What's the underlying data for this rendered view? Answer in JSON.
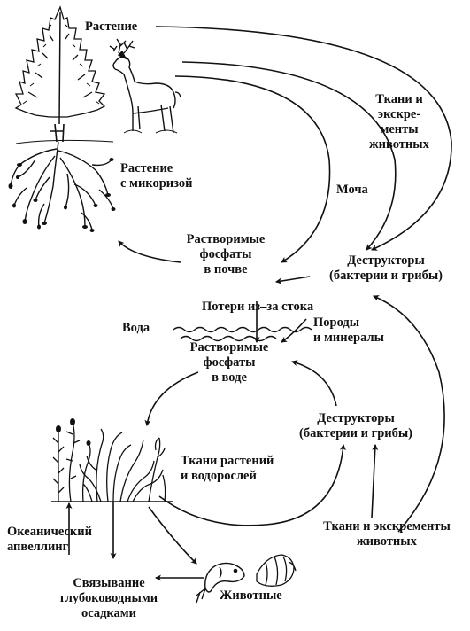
{
  "labels": {
    "plant": "Растение",
    "animal_tissues": "Ткани и\nэкскре-\nменты\nживотных",
    "mycorrhiza": "Растение\nс микоризой",
    "urine": "Моча",
    "soluble_soil": "Растворимые\nфосфаты\nв почве",
    "decomposers_top": "Деструкторы\n(бактерии и грибы)",
    "runoff": "Потери из–за стока",
    "water": "Вода",
    "rocks": "Породы\nи минералы",
    "soluble_water": "Растворимые\nфосфаты\nв воде",
    "decomposers_bottom": "Деструкторы\n(бактерии и грибы)",
    "plant_tissues": "Ткани растений\nи водорослей",
    "upwelling": "Океанический\nапвеллинг",
    "animal_tissues2": "Ткани и экскременты\nживотных",
    "binding": "Связывание\nглубоководными\nосадками",
    "animals": "Животные"
  },
  "colors": {
    "ink": "#111111",
    "background": "#ffffff"
  },
  "icons": [
    "pine-tree-icon",
    "deer-icon",
    "roots-icon",
    "seaweed-icon",
    "fish-icon",
    "shell-icon"
  ]
}
